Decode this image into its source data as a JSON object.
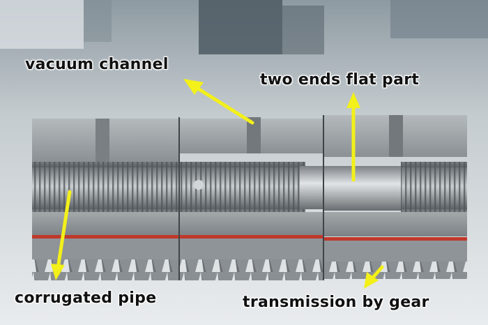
{
  "annotations": {
    "vacuum_channel": "vacuum channel",
    "two_ends_flat_part": "two ends flat part",
    "corrugated_pipe": "corrugated pipe",
    "transmission_by_gear": "transmission by gear"
  },
  "colors": {
    "arrow": "#f3f01a",
    "label_text": "#111111",
    "red_stripe": "#c0392b",
    "steel": "#9aa0a4"
  },
  "icons": [
    "arrow-icon"
  ]
}
